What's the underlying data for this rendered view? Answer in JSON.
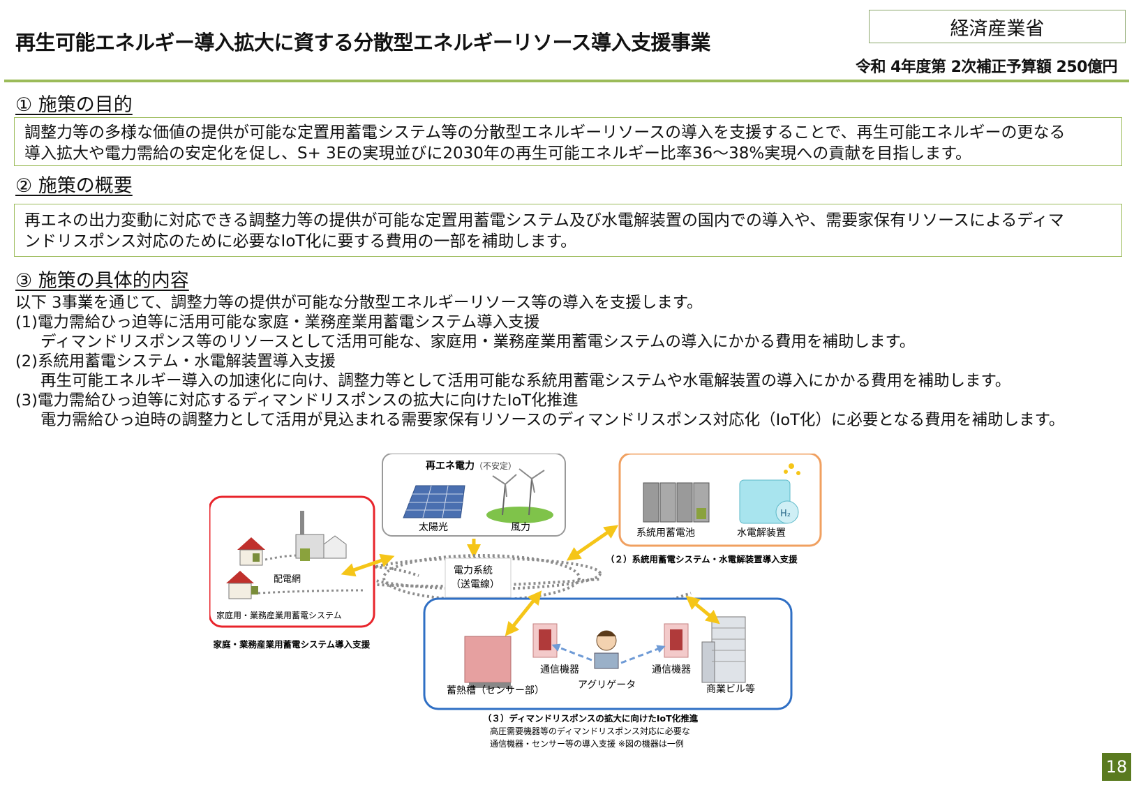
{
  "header": {
    "title": "再生可能エネルギー導入拡大に資する分散型エネルギーリソース導入支援事業",
    "ministry": "経済産業省",
    "budget": "令和 4年度第 2次補正予算額 250億円"
  },
  "sections": {
    "purpose": {
      "heading": "①  施策の目的",
      "lines": [
        "調整力等の多様な価値の提供が可能な定置用蓄電システム等の分散型エネルギーリソースの導入を支援することで、再生可能エネルギーの更なる",
        "導入拡大や電力需給の安定化を促し、S+ 3Eの実現並びに2030年の再生可能エネルギー比率36～38%実現への貢献を目指します。"
      ]
    },
    "overview": {
      "heading": "②  施策の概要",
      "lines": [
        "再エネの出力変動に対応できる調整力等の提供が可能な定置用蓄電システム及び水電解装置の国内での導入や、需要家保有リソースによるディマ",
        "ンドリスポンス対応のために必要なIoT化に要する費用の一部を補助します。"
      ]
    },
    "details": {
      "heading": "③  施策の具体的内容",
      "intro": "以下 3事業を通じて、調整力等の提供が可能な分散型エネルギーリソース等の導入を支援します。",
      "items": [
        {
          "title": "(1)電力需給ひっ迫等に活用可能な家庭・業務産業用蓄電システム導入支援",
          "desc": "ディマンドリスポンス等のリソースとして活用可能な、家庭用・業務産業用蓄電システムの導入にかかる費用を補助します。"
        },
        {
          "title": "(2)系統用蓄電システム・水電解装置導入支援",
          "desc": "再生可能エネルギー導入の加速化に向け、調整力等として活用可能な系統用蓄電システムや水電解装置の導入にかかる費用を補助します。"
        },
        {
          "title": "(3)電力需給ひっ迫等に対応するディマンドリスポンスの拡大に向けたIoT化推進",
          "desc": "電力需給ひっ迫時の調整力として活用が見込まれる需要家保有リソースのディマンドリスポンス対応化（IoT化）に必要となる費用を補助します。"
        }
      ]
    }
  },
  "diagram": {
    "renewable_title": "再エネ電力",
    "renewable_note": "（不安定）",
    "solar": "太陽光",
    "wind": "風力",
    "grid": "電力系統",
    "grid_sub": "（送電線）",
    "distribution": "配電網",
    "home_box": "家庭用・業務産業用蓄電システム",
    "caption1": "（１）家庭・業務産業用蓄電システム導入支援",
    "grid_battery": "系統用蓄電池",
    "electrolyzer": "水電解装置",
    "h2": "H₂",
    "caption2": "（２）系統用蓄電システム・水電解装置導入支援",
    "comm_left": "通信機器",
    "comm_right": "通信機器",
    "heat_tank": "蓄熱槽（センサー部）",
    "aggregator": "アグリゲータ",
    "building": "商業ビル等",
    "caption3": "（３）ディマンドリスポンスの拡大に向けたIoT化推進",
    "caption3_sub1": "高圧需要機器等のディマンドリスポンス対応に必要な",
    "caption3_sub2": "通信機器・センサー等の導入支援 ※図の機器は一例",
    "colors": {
      "red": "#e8242b",
      "orange": "#f0a060",
      "blue": "#2f6fc4",
      "arrow": "#f5c518",
      "accent": "#9bbb59"
    }
  },
  "page_number": "18"
}
